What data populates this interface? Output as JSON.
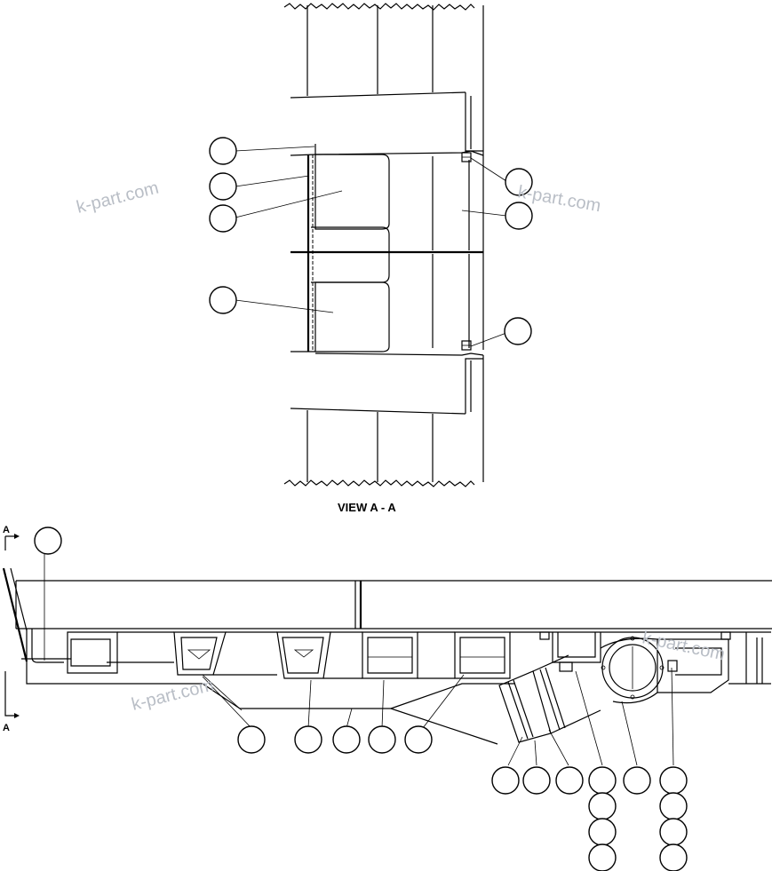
{
  "view_caption": "VIEW A - A",
  "section_marker": "A",
  "watermark": "k-part.com",
  "colors": {
    "line": "#000000",
    "watermark": "#b9bec6",
    "background": "#ffffff"
  }
}
